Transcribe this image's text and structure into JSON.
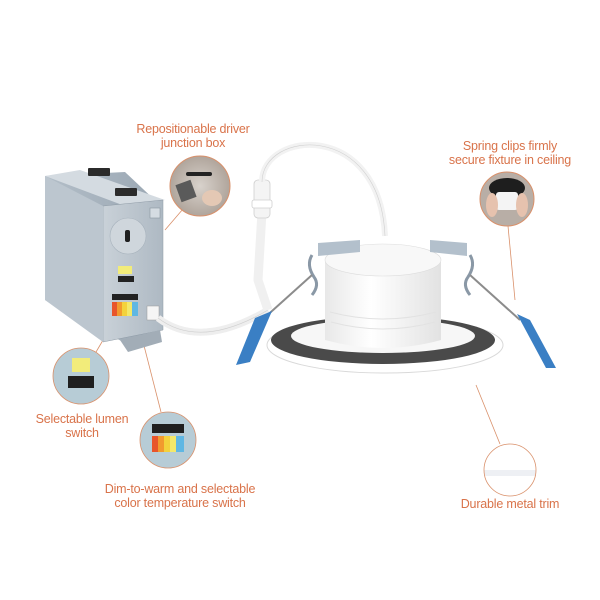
{
  "product": {
    "name": "LED recessed downlight with remote driver junction box",
    "colors": {
      "label_text": "#d9734a",
      "leader_line": "#d9906a",
      "junction_box": "#b8c2cc",
      "spring_clip_tab": "#3a7fc4",
      "trim_ring": "#4a4a4a",
      "housing": "#f4f4f4",
      "callout_bg_blue": "#b7ccd6"
    }
  },
  "callouts": [
    {
      "id": "junction-box",
      "line1": "Repositionable driver",
      "line2": "junction box",
      "icon": "junction-box-install-photo"
    },
    {
      "id": "spring-clips",
      "line1": "Spring clips firmly",
      "line2": "secure fixture in ceiling",
      "icon": "spring-clip-install-photo"
    },
    {
      "id": "lumen-switch",
      "line1": "Selectable lumen",
      "line2": "switch",
      "icon": "lumen-switch-closeup"
    },
    {
      "id": "cct-switch",
      "line1": "Dim-to-warm and selectable",
      "line2": "color temperature switch",
      "icon": "cct-switch-closeup"
    },
    {
      "id": "metal-trim",
      "line1": "Durable metal trim",
      "line2": "",
      "icon": "metal-trim-closeup"
    }
  ]
}
